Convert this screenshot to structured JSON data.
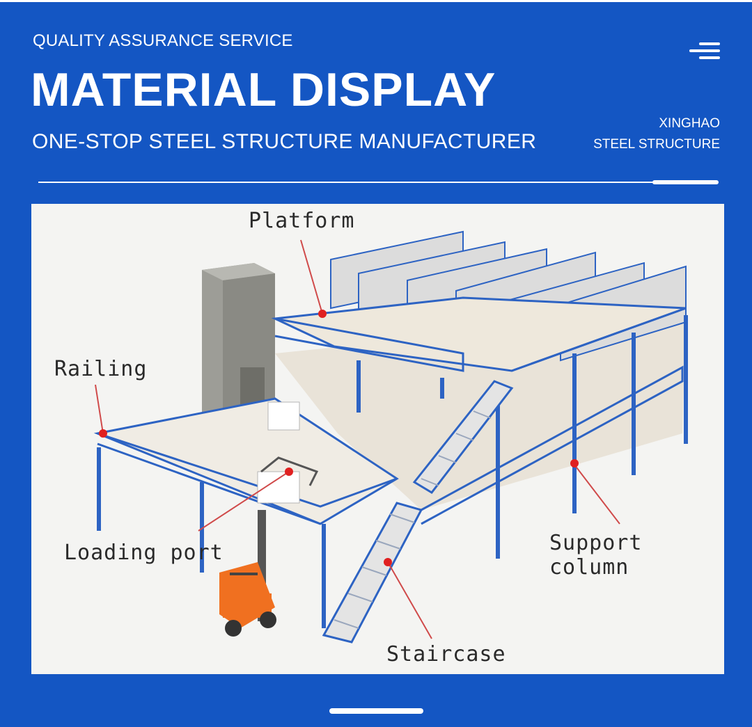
{
  "header": {
    "eyebrow": "QUALITY ASSURANCE SERVICE",
    "title": "MATERIAL DISPLAY",
    "subtitle": "ONE-STOP STEEL STRUCTURE MANUFACTURER",
    "brand_line1": "XINGHAO",
    "brand_line2": "STEEL STRUCTURE",
    "menu_icon": "hamburger-menu-icon"
  },
  "diagram": {
    "labels": {
      "platform": "Platform",
      "railing": "Railing",
      "loading_port": "Loading port",
      "support_column": "Support column",
      "staircase": "Staircase"
    }
  },
  "colors": {
    "background": "#1456c3",
    "steel": "#2f6fd0",
    "marker": "#e02020",
    "forklift": "#f07020"
  }
}
